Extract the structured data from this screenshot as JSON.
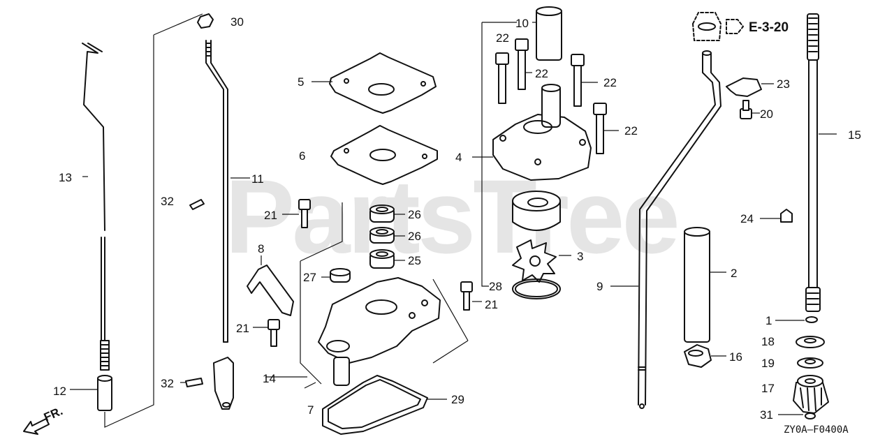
{
  "watermark": "PartsTree",
  "drawing_code": "ZY0A—F0400A",
  "reference": {
    "label": "E-3-20"
  },
  "direction": {
    "label": "FR."
  },
  "callouts": [
    {
      "id": "c1",
      "text": "1"
    },
    {
      "id": "c2",
      "text": "2"
    },
    {
      "id": "c3",
      "text": "3"
    },
    {
      "id": "c4",
      "text": "4"
    },
    {
      "id": "c5",
      "text": "5"
    },
    {
      "id": "c6",
      "text": "6"
    },
    {
      "id": "c7",
      "text": "7"
    },
    {
      "id": "c8",
      "text": "8"
    },
    {
      "id": "c9",
      "text": "9"
    },
    {
      "id": "c10",
      "text": "10"
    },
    {
      "id": "c11",
      "text": "11"
    },
    {
      "id": "c12",
      "text": "12"
    },
    {
      "id": "c13",
      "text": "13"
    },
    {
      "id": "c14",
      "text": "14"
    },
    {
      "id": "c15",
      "text": "15"
    },
    {
      "id": "c16",
      "text": "16"
    },
    {
      "id": "c17",
      "text": "17"
    },
    {
      "id": "c18",
      "text": "18"
    },
    {
      "id": "c19",
      "text": "19"
    },
    {
      "id": "c20",
      "text": "20"
    },
    {
      "id": "c21a",
      "text": "21"
    },
    {
      "id": "c21b",
      "text": "21"
    },
    {
      "id": "c21c",
      "text": "21"
    },
    {
      "id": "c22a",
      "text": "22"
    },
    {
      "id": "c22b",
      "text": "22"
    },
    {
      "id": "c22c",
      "text": "22"
    },
    {
      "id": "c22d",
      "text": "22"
    },
    {
      "id": "c23",
      "text": "23"
    },
    {
      "id": "c24",
      "text": "24"
    },
    {
      "id": "c25",
      "text": "25"
    },
    {
      "id": "c26a",
      "text": "26"
    },
    {
      "id": "c26b",
      "text": "26"
    },
    {
      "id": "c27",
      "text": "27"
    },
    {
      "id": "c28",
      "text": "28"
    },
    {
      "id": "c29",
      "text": "29"
    },
    {
      "id": "c30",
      "text": "30"
    },
    {
      "id": "c31",
      "text": "31"
    },
    {
      "id": "c32a",
      "text": "32"
    },
    {
      "id": "c32b",
      "text": "32"
    }
  ]
}
